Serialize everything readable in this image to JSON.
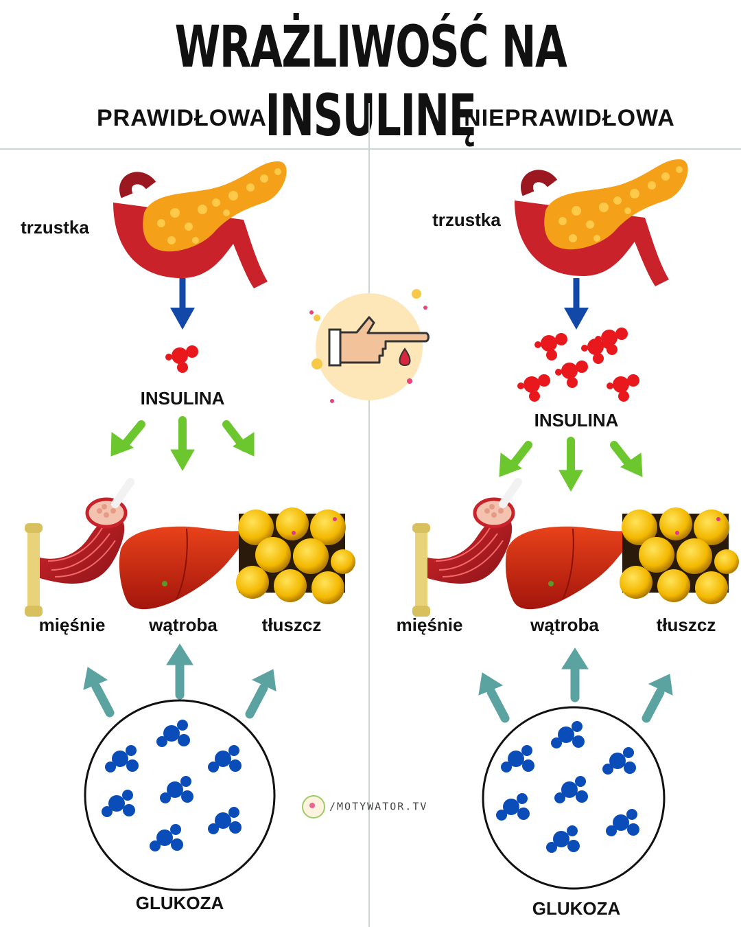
{
  "title": "WRAŻLIWOŚĆ NA INSULINĘ",
  "columns": {
    "left": {
      "heading": "PRAWIDŁOWA",
      "pancreas_label": "trzustka",
      "insulin_label": "INSULINA",
      "organs": [
        "mięśnie",
        "wątroba",
        "tłuszcz"
      ],
      "glucose_label": "GLUKOZA"
    },
    "right": {
      "heading": "NIEPRAWIDŁOWA",
      "pancreas_label": "trzustka",
      "insulin_label": "INSULINA",
      "organs": [
        "mięśnie",
        "wątroba",
        "tłuszcz"
      ],
      "glucose_label": "GLUKOZA"
    }
  },
  "center_icon": "blood-drop-finger-icon",
  "brand": "/MOTYWATOR.TV",
  "colors": {
    "insulin": "#e8181d",
    "glucose": "#0b4db8",
    "down_arrow": "#1248a8",
    "organ_arrow": "#6cc62e",
    "glucose_arrow": "#5aa3a0",
    "divider": "#ccd6d3"
  }
}
